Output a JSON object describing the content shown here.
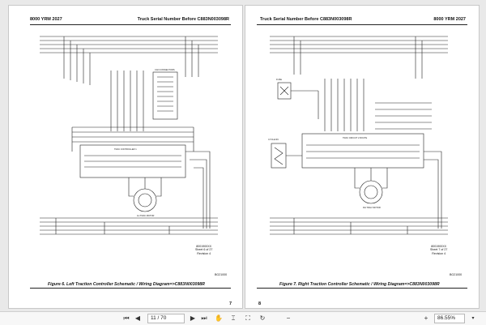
{
  "left_page": {
    "header_left": "8000 YRM 2027",
    "header_right": "Truck Serial Number Before C883N003098R",
    "controller_label": "TRAC CONTROLLER 1",
    "connector_label": "CAN CONNECTORS",
    "motor_label": "LH TRAC MOTOR",
    "drawing_number": "8001900XX",
    "sheet": "Sheet 6 of 27",
    "revision": "Revision 4",
    "ref_code": "BG21000",
    "caption": "Figure 6. Left Traction Controller Schematic / Wiring Diagram=>C883N003098R",
    "page_number": "7"
  },
  "right_page": {
    "header_left": "Truck Serial Number Before C883N003098R",
    "header_right": "8000 YRM 2027",
    "controller_label": "TRAC CIRCUIT 2 ROUTE",
    "resistor_label": "CYCLE R9",
    "fuse_label": "FUSE",
    "motor_label": "RH TRAC MOTOR",
    "drawing_number": "8001900XX",
    "sheet": "Sheet 7 of 27",
    "revision": "Revision 4",
    "ref_code": "BG21000",
    "caption": "Figure 7. Right Traction Controller Schematic / Wiring Diagram=>C883N003098R",
    "page_number": "8"
  },
  "toolbar": {
    "first_icon": "first-page-icon",
    "prev_icon": "previous-page-icon",
    "page_value": "11 / 70",
    "next_icon": "next-page-icon",
    "last_icon": "last-page-icon",
    "zoom_value": "86.55%",
    "zoom_out_icon": "zoom-out-icon",
    "zoom_in_icon": "zoom-in-icon",
    "hand_icon": "hand-tool-icon",
    "select_icon": "select-tool-icon",
    "fit_icon": "fit-page-icon",
    "rotate_icon": "rotate-icon"
  }
}
